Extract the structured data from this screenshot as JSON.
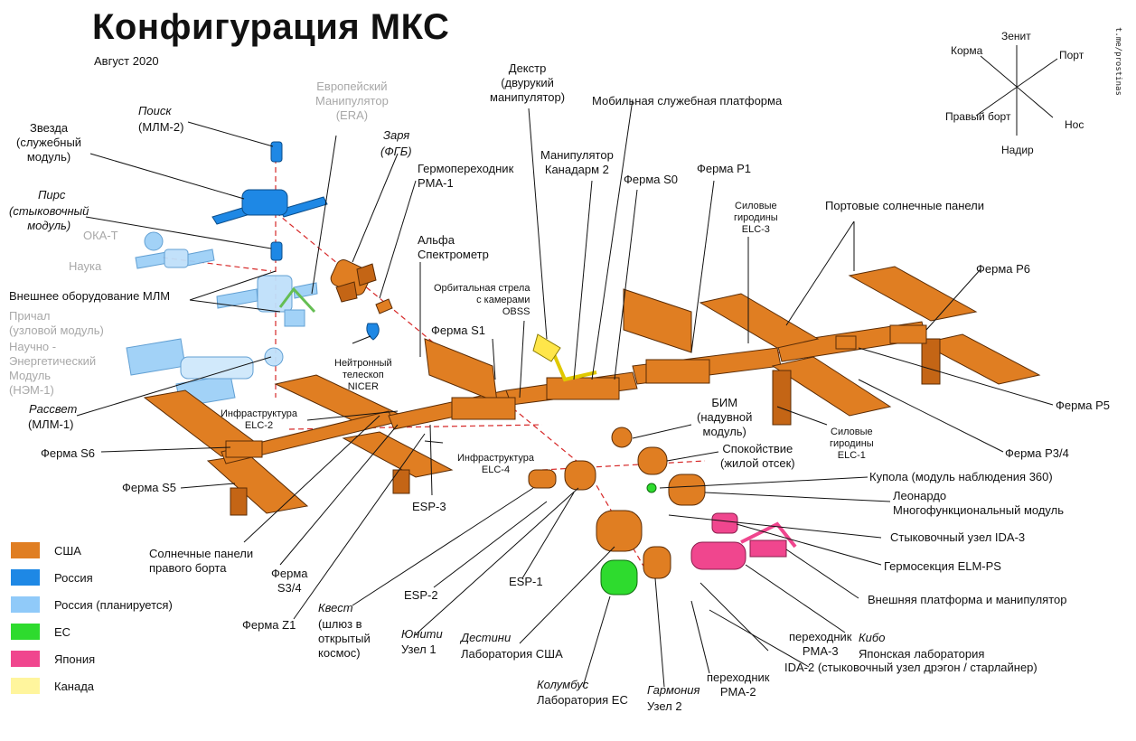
{
  "title": "Конфигурация МКС",
  "subtitle": "Август 2020",
  "watermark": "t.me/prostinas",
  "compass": {
    "up": "Зенит",
    "down": "Надир",
    "aft": "Корма",
    "port": "Порт",
    "starboard": "Правый борт",
    "nose": "Нос"
  },
  "labels": {
    "zvezda": "Звезда\n(служебный\nмодуль)",
    "poisk_name": "Поиск",
    "poisk_sub": "(МЛМ-2)",
    "era": "Европейский\nМанипулятор\n(ERA)",
    "zarya_name": "Заря",
    "zarya_sub": "(ФГБ)",
    "pma1": "Гермопереходник\nPMA-1",
    "pirs_name": "Пирс",
    "pirs_sub": "(стыковочный\nмодуль)",
    "oka": "ОКА-Т",
    "nauka": "Наука",
    "mlm_ext": "Внешнее оборудование МЛМ",
    "prichal": "Причал\n(узловой модуль)",
    "nem": "Научно -\nЭнергетический\nМодуль\n(НЭМ-1)",
    "rassvet_name": "Рассвет",
    "rassvet_sub": "(МЛМ-1)",
    "dextre": "Декстр\n(двурукий\nманипулятор)",
    "canadarm": "Манипулятор\nКанадарм 2",
    "mss": "Мобильная служебная платформа",
    "s0": "Ферма S0",
    "p1": "Ферма P1",
    "ams": "Альфа\nСпектрометр",
    "obss": "Орбитальная стрела\nс камерами\nOBSS",
    "cmg3": "Силовые\nгиродины\nELC-3",
    "port_solar": "Портовые солнечные панели",
    "p6": "Ферма P6",
    "s1": "Ферма S1",
    "nicer": "Нейтронный\nтелескоп\nNICER",
    "elc2": "Инфраструктура\nELC-2",
    "s6": "Ферма S6",
    "s5": "Ферма S5",
    "elc4": "Инфраструктура\nELC-4",
    "esp3": "ESP-3",
    "bim": "БИМ\n(надувной\nмодуль)",
    "tranquility": "Спокойствие\n(жилой отсек)",
    "cupola": "Купола (модуль наблюдения 360)",
    "cmg1": "Силовые\nгиродины\nELC-1",
    "p5": "Ферма P5",
    "p34": "Ферма P3/4",
    "leonardo": "Леонардо\nМногофункциональный модуль",
    "ida3": "Стыковочный узел IDA-3",
    "elmps": "Гермосекция ELM-PS",
    "jem_ef": "Внешняя платформа и манипулятор",
    "starboard_solar": "Солнечные панели\nправого борта",
    "s34": "Ферма\nS3/4",
    "z1": "Ферма Z1",
    "quest_name": "Квест",
    "quest_sub": "(шлюз в\nоткрытый\nкосмос)",
    "esp2": "ESP-2",
    "esp1": "ESP-1",
    "unity_name": "Юнити",
    "unity_sub": "Узел 1",
    "destiny_name": "Дестини",
    "destiny_sub": "Лаборатория США",
    "pma3": "переходник\nPMA-3",
    "ida2": "IDA-2 (стыковочный узел дрэгон / старлайнер)",
    "kibo_name": "Кибо",
    "kibo_sub": "Японская лаборатория",
    "columbus_name": "Колумбус",
    "columbus_sub": "Лаборатория ЕС",
    "harmony_name": "Гармония",
    "harmony_sub": "Узел 2",
    "pma2": "переходник\nPMA-2"
  },
  "legend": [
    {
      "label": "США",
      "color": "#E07E22"
    },
    {
      "label": "Россия",
      "color": "#1E88E5"
    },
    {
      "label": "Россия (планируется)",
      "color": "#90CAF9"
    },
    {
      "label": "ЕС",
      "color": "#2EDB2E"
    },
    {
      "label": "Япония",
      "color": "#F0468E"
    },
    {
      "label": "Канада",
      "color": "#FFF59D"
    }
  ],
  "colors": {
    "usa": "#E07E22",
    "usa_dark": "#9A4E12",
    "russia": "#1E88E5",
    "russia_planned": "#9ED0F7",
    "eu": "#2EDB2E",
    "japan": "#F0468E",
    "canada": "#FFE64A",
    "axis": "#D62828"
  }
}
